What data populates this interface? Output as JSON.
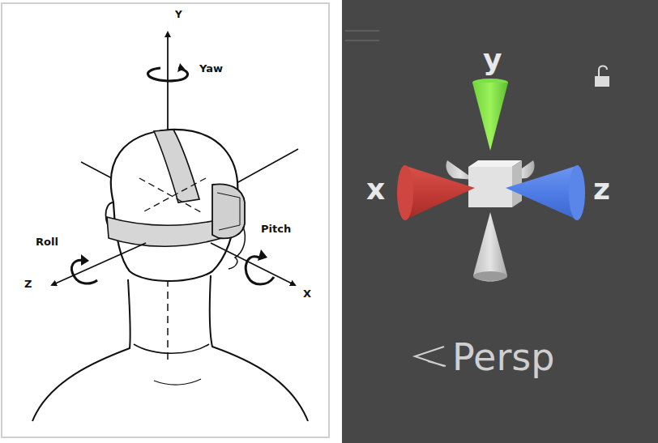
{
  "diagram": {
    "labels": [
      "Y",
      "Yaw",
      "Roll",
      "Z",
      "Pitch",
      "X",
      "y",
      "x",
      "z",
      "Persp"
    ]
  }
}
